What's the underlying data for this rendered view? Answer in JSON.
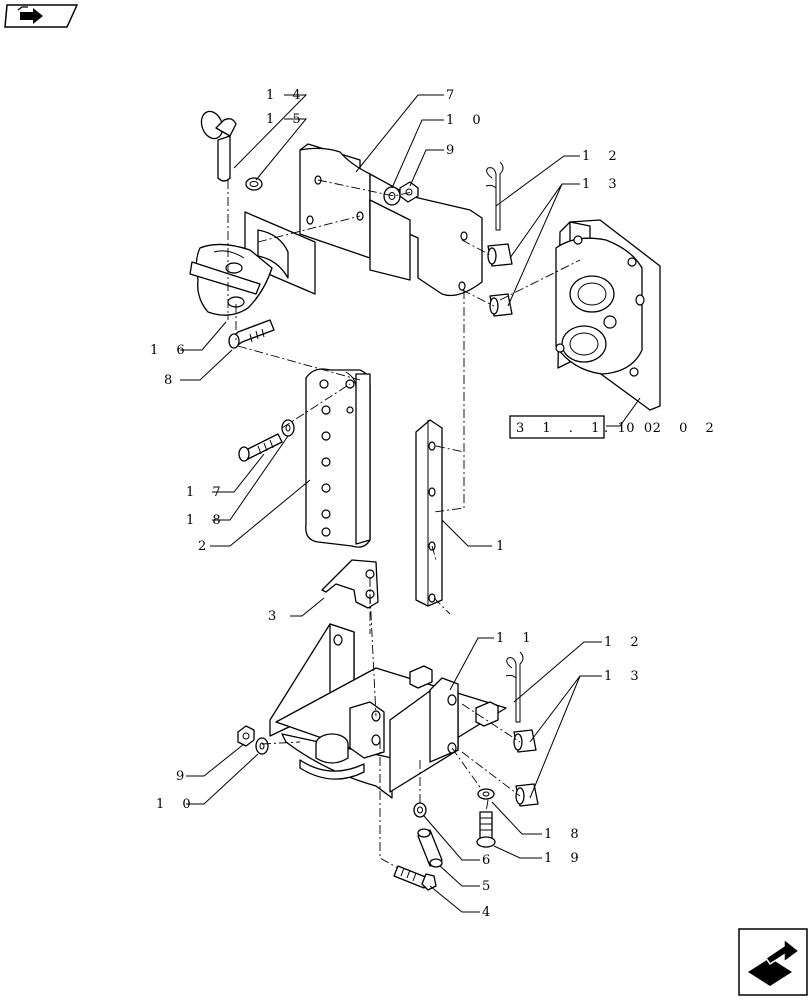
{
  "callouts": [
    {
      "id": "14",
      "text": "1 4"
    },
    {
      "id": "15",
      "text": "1 5"
    },
    {
      "id": "7",
      "text": "7"
    },
    {
      "id": "10a",
      "text": "1 0"
    },
    {
      "id": "9a",
      "text": "9"
    },
    {
      "id": "12a",
      "text": "1 2"
    },
    {
      "id": "13a",
      "text": "1 3"
    },
    {
      "id": "16",
      "text": "1 6"
    },
    {
      "id": "8",
      "text": "8"
    },
    {
      "id": "17",
      "text": "1 7"
    },
    {
      "id": "18a",
      "text": "1 8"
    },
    {
      "id": "2",
      "text": "2"
    },
    {
      "id": "1",
      "text": "1"
    },
    {
      "id": "3",
      "text": "3"
    },
    {
      "id": "11",
      "text": "1 1"
    },
    {
      "id": "12b",
      "text": "1 2"
    },
    {
      "id": "13b",
      "text": "1 3"
    },
    {
      "id": "9b",
      "text": "9"
    },
    {
      "id": "10b",
      "text": "1 0"
    },
    {
      "id": "18b",
      "text": "1 8"
    },
    {
      "id": "19",
      "text": "1 9"
    },
    {
      "id": "6",
      "text": "6"
    },
    {
      "id": "5",
      "text": "5"
    },
    {
      "id": "4",
      "text": "4"
    }
  ],
  "reference": {
    "boxed": "3 1 . 1 1 0",
    "suffix": ". 0 2   0 2"
  },
  "icons": {
    "top_left": "book-arrow-icon",
    "bottom_right": "next-page-arrow-icon"
  }
}
